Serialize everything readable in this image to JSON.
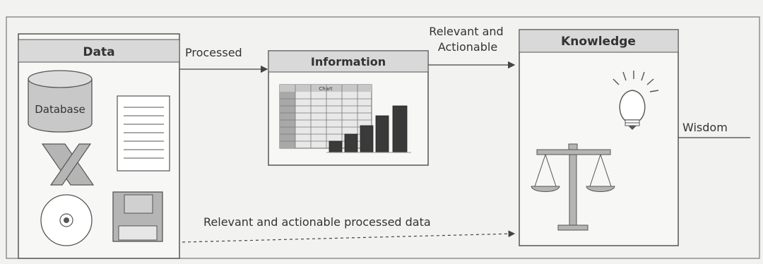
{
  "nodes": {
    "data": {
      "title": "Data",
      "database_label": "Database"
    },
    "information": {
      "title": "Information",
      "table_header": "Chart"
    },
    "knowledge": {
      "title": "Knowledge"
    }
  },
  "edges": {
    "processed": "Processed",
    "relevant_actionable_line1": "Relevant and",
    "relevant_actionable_line2": "Actionable",
    "wisdom": "Wisdom",
    "relevant_processed_data": "Relevant and actionable processed data"
  },
  "colors": {
    "box_border": "#555555",
    "header_fill": "#d9d9d9",
    "icon_fill": "#b5b5b5",
    "icon_dark": "#555555",
    "bar_fill": "#3a3a3a",
    "text": "#333333"
  }
}
